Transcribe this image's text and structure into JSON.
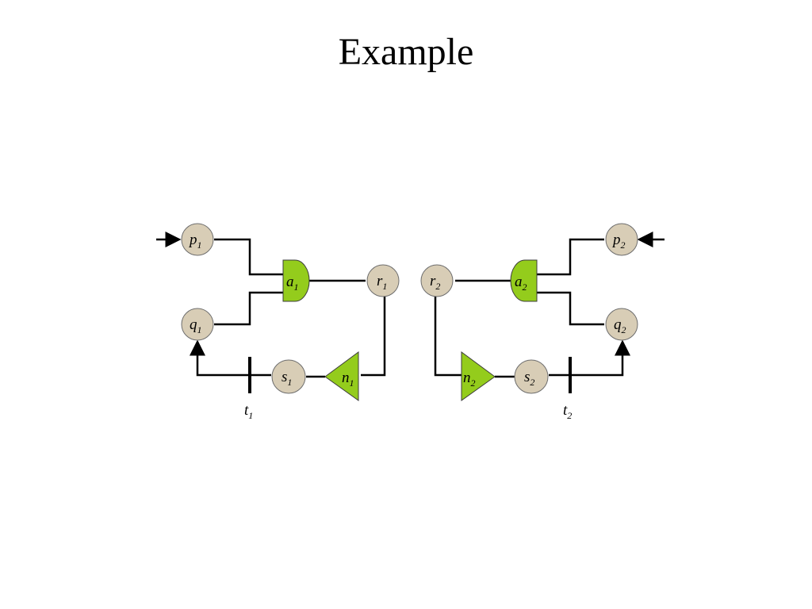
{
  "title": "Example",
  "colors": {
    "place_fill": "#d8cdb6",
    "gate_fill": "#94cc1c",
    "wire": "#000000"
  },
  "nodes": {
    "p1": {
      "base": "p",
      "sub": "1"
    },
    "q1": {
      "base": "q",
      "sub": "1"
    },
    "a1": {
      "base": "a",
      "sub": "1"
    },
    "r1": {
      "base": "r",
      "sub": "1"
    },
    "s1": {
      "base": "s",
      "sub": "1"
    },
    "n1": {
      "base": "n",
      "sub": "1"
    },
    "t1": {
      "base": "t",
      "sub": "1"
    },
    "p2": {
      "base": "p",
      "sub": "2"
    },
    "q2": {
      "base": "q",
      "sub": "2"
    },
    "a2": {
      "base": "a",
      "sub": "2"
    },
    "r2": {
      "base": "r",
      "sub": "2"
    },
    "s2": {
      "base": "s",
      "sub": "2"
    },
    "n2": {
      "base": "n",
      "sub": "2"
    },
    "t2": {
      "base": "t",
      "sub": "2"
    }
  }
}
